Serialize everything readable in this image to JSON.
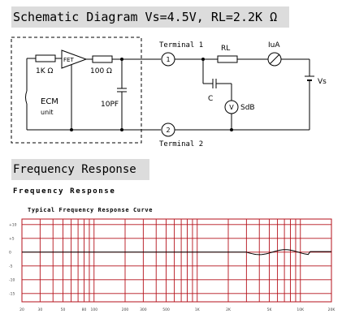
{
  "header": {
    "title": "Schematic Diagram Vs=4.5V, RL=2.2K Ω"
  },
  "schematic": {
    "resistor_1k": "1K Ω",
    "fet": "FET",
    "resistor_100": "100 Ω",
    "capacitor_10pf": "10PF",
    "ecm": "ECM",
    "ecm_unit": "unit",
    "terminal_1": "Terminal 1",
    "terminal_2": "Terminal 2",
    "terminal_1_num": "1",
    "terminal_2_num": "2",
    "rl": "RL",
    "iua": "IuA",
    "vs": "Vs",
    "c": "C",
    "v": "V",
    "sdb": "SdB"
  },
  "frequency": {
    "heading": "Frequency Response",
    "subheading": "Frequency Response",
    "chart_title": "Typical Frequency Response Curve",
    "y_ticks": [
      "+10",
      "+5",
      "0",
      "-5",
      "-10",
      "-15"
    ],
    "x_ticks": [
      "20",
      "30",
      "50",
      "80",
      "100",
      "200",
      "300",
      "500",
      "1K",
      "2K",
      "5K",
      "10K",
      "20K"
    ]
  },
  "colors": {
    "grid": "#b5121b",
    "curve": "#000000",
    "banner": "#dcdcdc"
  }
}
